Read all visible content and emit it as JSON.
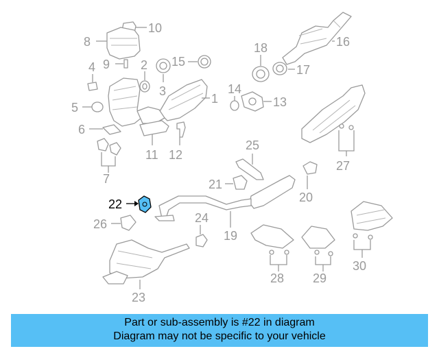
{
  "diagram": {
    "highlight_color": "#56bff5",
    "labels": {
      "l1": "1",
      "l2": "2",
      "l3": "3",
      "l4": "4",
      "l5": "5",
      "l6": "6",
      "l7": "7",
      "l8": "8",
      "l9": "9",
      "l10": "10",
      "l11": "11",
      "l12": "12",
      "l13": "13",
      "l14": "14",
      "l15": "15",
      "l16": "16",
      "l17": "17",
      "l18": "18",
      "l19": "19",
      "l20": "20",
      "l21": "21",
      "l22": "22",
      "l23": "23",
      "l24": "24",
      "l25": "25",
      "l26": "26",
      "l27": "27",
      "l28": "28",
      "l29": "29",
      "l30": "30"
    }
  },
  "banner": {
    "line1": "Part or sub-assembly is #22 in diagram",
    "line2": "Diagram may not be specific to your vehicle",
    "background": "#56bff5"
  }
}
